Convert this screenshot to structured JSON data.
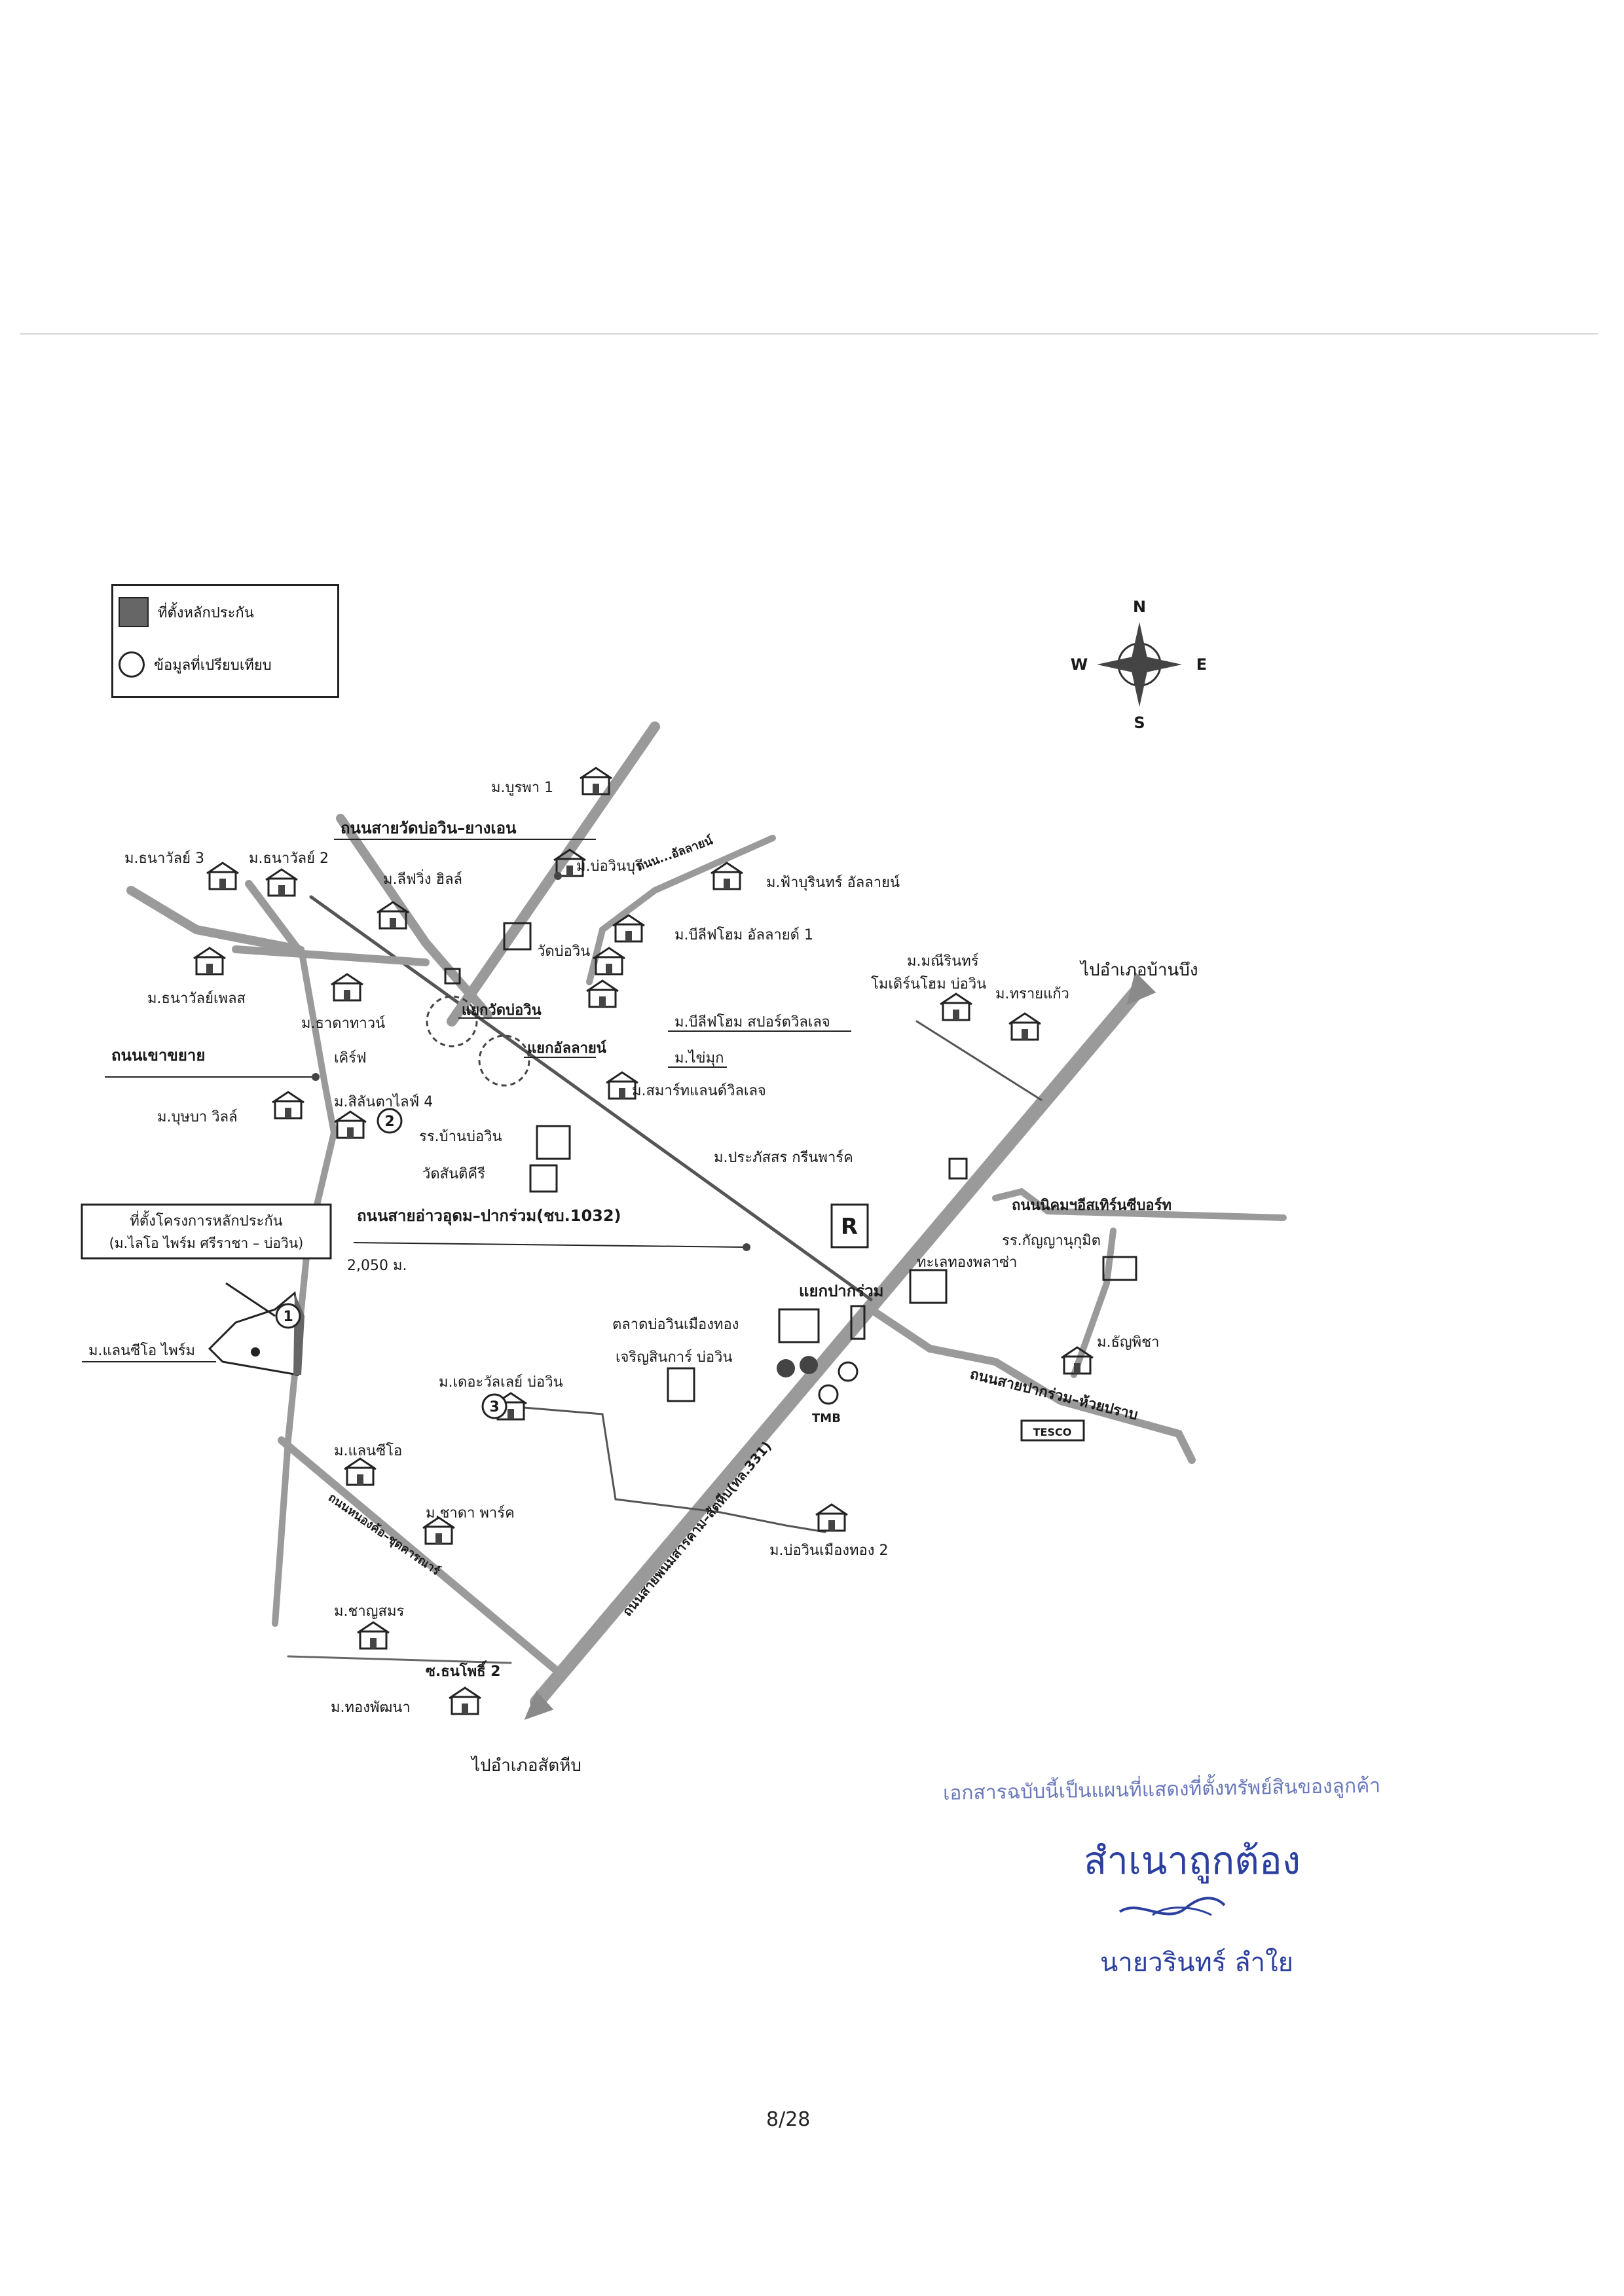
{
  "legend": {
    "collateral_label": "ที่ตั้งหลักประกัน",
    "comparable_label": "ข้อมูลที่เปรียบเทียบ"
  },
  "compass": {
    "n": "N",
    "s": "S",
    "e": "E",
    "w": "W"
  },
  "roads": {
    "wat_bowin_yangen": "ถนนสายวัดบ่อวิน–ยางเอน",
    "khao_khayai": "ถนนเขาขยาย",
    "main_road": "ถนนสายอ่าวอุดม–ปากร่วม(ชบ.1032)",
    "industrial_estate": "ถนนนิคมฯอีสเทิร์นซีบอร์ท",
    "pakruam_huaiprab": "ถนนสายปากร่วม–ห้วยปราบ",
    "sukhumvit_diag": "ถนนสายพนมสารคาม–สัตหีบ(ทล.331)",
    "left_diag": "ถนนหนองค้อ–ชุดคารณาร์",
    "right_small": "ถนน...อัลลายน์"
  },
  "junctions": {
    "wat_bowin": "แยกวัดบ่อวิน",
    "allayn": "แยกอัลลายน์",
    "pakruam": "แยกปากร่วม"
  },
  "directions": {
    "to_ban_bueng": "ไปอำเภอบ้านบึง",
    "to_sattahip": "ไปอำเภอสัตหีบ"
  },
  "places": {
    "burapha1": "ม.บูรพา 1",
    "thanawan3": "ม.ธนาวัลย์ 3",
    "thanawan2": "ม.ธนาวัลย์ 2",
    "lifewing": "ม.ลีฟวิ่ง ฮิลล์",
    "bowin_buri": "ม.บ่อวินบุรี",
    "fa_burin": "ม.ฟ้าบุรินทร์ อัลลายน์",
    "lifehome_allayn1": "ม.บีลีฟโฮม อัลลายด์ 1",
    "wat_bowin": "วัดบ่อวิน",
    "thanawan_place": "ม.ธนาวัลย์เพลส",
    "townhouse": "ม.ธาดาทาวน์",
    "lifehome_sport": "ม.บีลีฟโฮม สปอร์ตวิลเลจ",
    "chaimuk": "ม.ไข่มุก",
    "smart_land": "ม.สมาร์ทแลนด์วิลเลจ",
    "busaba": "ม.บุษบา วิลล์",
    "silanta": "ม.สิลันตาไลฟ์ 4",
    "school_bowin": "รร.บ้านบ่อวิน",
    "wat_santikhiri": "วัดสันติคีรี",
    "prapassorn": "ม.ประภัสสร กรีนพาร์ค",
    "manirin": "ม.มณีรินทร์",
    "modern_home": "โมเดิร์นโฮม บ่อวิน",
    "sai_kaeo": "ม.ทรายแก้ว",
    "school_kanyanukumit": "รร.กัญญานุกุมิต",
    "thaluang_plaza": "ทะเลทองพลาซ่า",
    "thanyaphicha": "ม.ธัญพิชา",
    "talad_bowin": "ตลาดบ่อวินเมืองทอง",
    "charoen_sinkan": "เจริญสินการ์ บ่อวิน",
    "the_valley": "ม.เดอะวัลเลย์ บ่อวิน",
    "land_seo": "ม.แลนซีโอ",
    "land_seo_prime": "ม.แลนซีโอ ไพร์ม",
    "chada_park": "ม.ชาดา พาร์ค",
    "bowin_muangthong2": "ม.บ่อวินเมืองทอง 2",
    "chanyasorn": "ม.ชาญสมร",
    "thanapho2": "ซ.ธนโพธิ์ 2",
    "thongphatthana": "ม.ทองพัฒนา",
    "kiriff": "เคิร์ฟ"
  },
  "project_box": {
    "line1": "ที่ตั้งโครงการหลักประกัน",
    "line2": "(ม.ไลโอ ไพร์ม ศรีราชา – บ่อวิน)"
  },
  "distance": "2,050 ม.",
  "markers": {
    "one": "1",
    "two": "2",
    "three": "3"
  },
  "logos": {
    "tmb": "TMB",
    "tesco": "TESCO",
    "r": "R"
  },
  "stamp": {
    "note": "เอกสารฉบับนี้เป็นแผนที่แสดงที่ตั้งทรัพย์สินของลูกค้า",
    "certified": "สำเนาถูกต้อง",
    "name": "นายวรินทร์ ลำใย"
  },
  "page_number": "8/28",
  "colors": {
    "stamp_blue": "#2b3f9e",
    "road_grey": "#9a9a9a",
    "ink": "#1a1a1a"
  }
}
